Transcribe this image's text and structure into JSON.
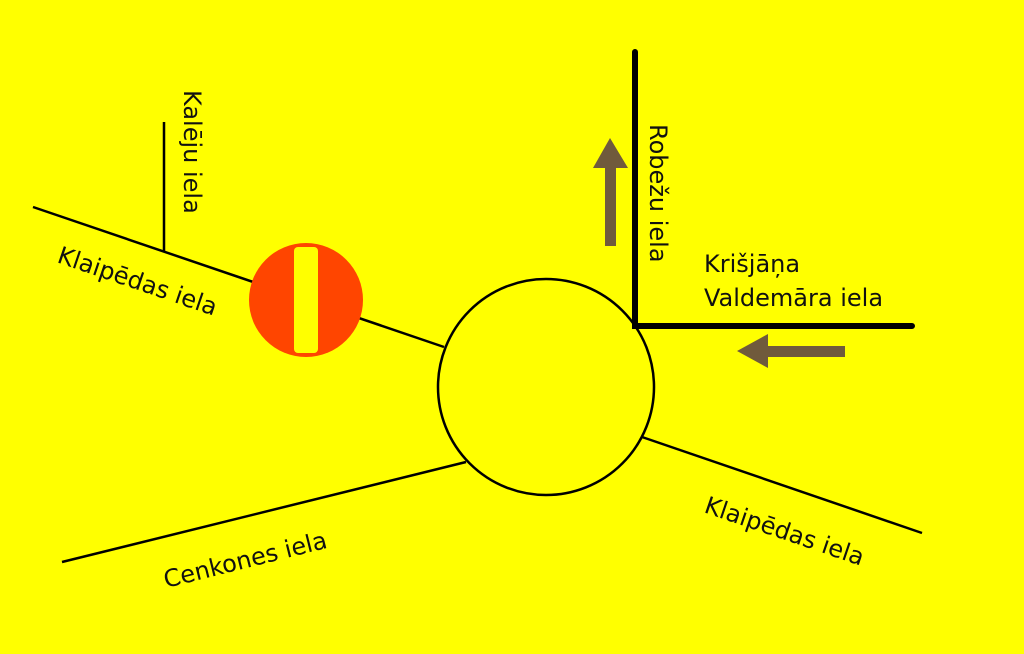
{
  "map": {
    "background_color": "#ffff00",
    "road_color": "#000000",
    "arrow_color": "#705a3c",
    "sign_color": "#ff4500",
    "streets": {
      "kaleju": "Kalēju iela",
      "klaipedas_west": "Klaipēdas iela",
      "klaipedas_east": "Klaipēdas iela",
      "cenkones": "Cenkones iela",
      "robezu": "Robežu iela",
      "valdemara_line1": "Krišjāņa",
      "valdemara_line2": "Valdemāra iela"
    },
    "features": {
      "roundabout": "roundabout",
      "no_entry_sign": "no-entry-sign",
      "arrow_north": "one-way-north",
      "arrow_west": "one-way-west"
    }
  }
}
